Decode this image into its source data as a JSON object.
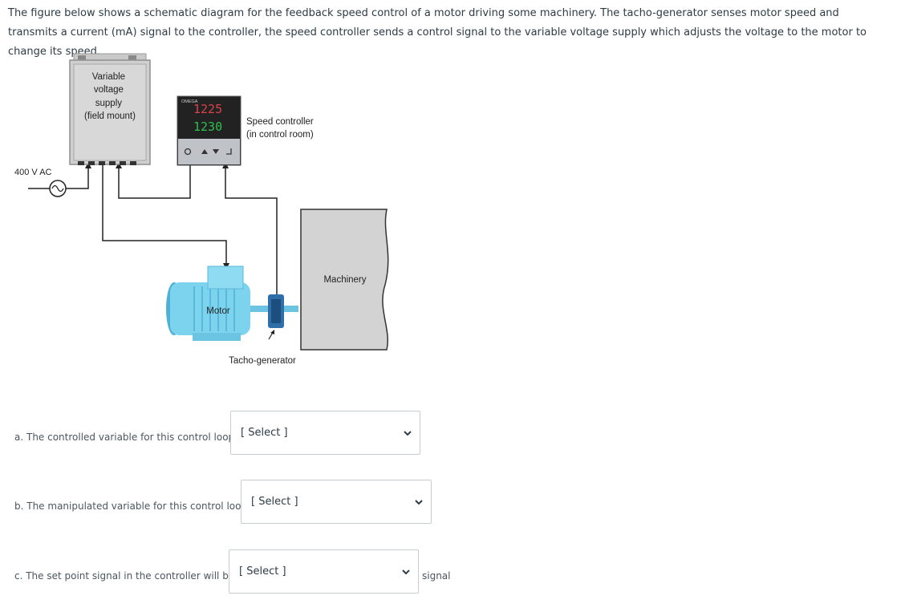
{
  "intro": "The figure below shows a schematic diagram for the feedback speed control of a motor driving some machinery. The tacho-generator senses motor speed and transmits a current (mA) signal to the controller, the speed controller sends a control signal to the variable voltage supply which adjusts the voltage to the motor to change its speed.",
  "diagram": {
    "supply_label_lines": [
      "Variable",
      "voltage",
      "supply",
      "(field mount)"
    ],
    "controller_brand": "OMEGA",
    "controller_pv": "1225",
    "controller_sp": "1230",
    "controller_label_lines": [
      "Speed controller",
      "(in control room)"
    ],
    "ac_label": "400 V AC",
    "motor_label": "Motor",
    "machinery_label": "Machinery",
    "tacho_label": "Tacho-generator"
  },
  "questions": [
    {
      "prompt": "a. The controlled variable for this control loop is",
      "selected": "[ Select ]",
      "suffix": ""
    },
    {
      "prompt": "b. The manipulated variable for this control loop is",
      "selected": "[ Select ]",
      "suffix": ""
    },
    {
      "prompt": "c. The set point signal in the controller will be a",
      "selected": "[ Select ]",
      "suffix": "signal"
    }
  ]
}
